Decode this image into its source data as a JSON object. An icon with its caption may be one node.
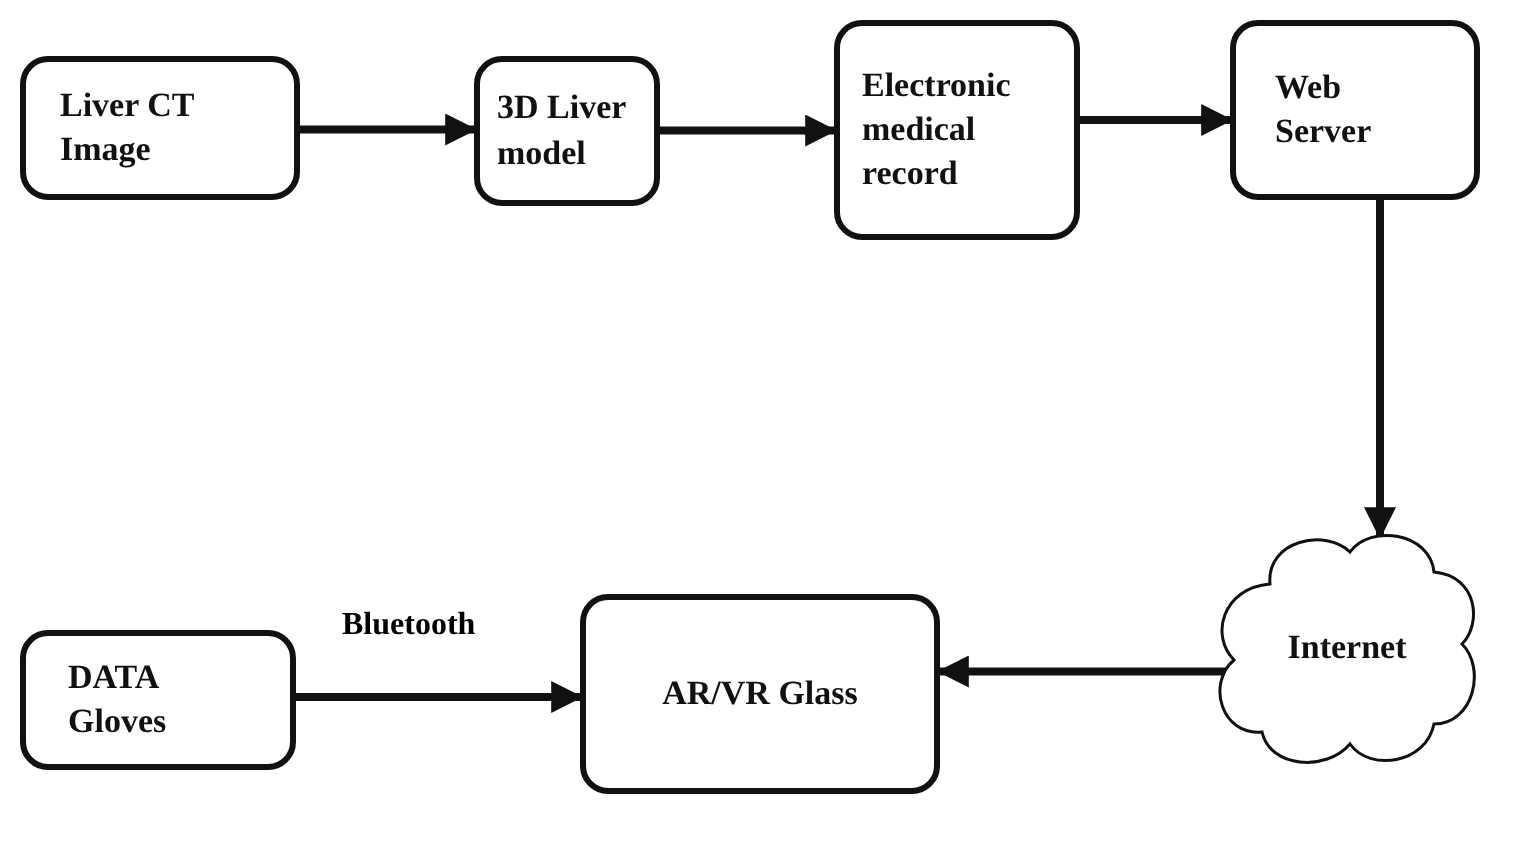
{
  "diagram": {
    "nodes": [
      {
        "text": [
          "Liver CT Image"
        ]
      },
      {
        "text": [
          "3D Liver model"
        ]
      },
      {
        "text": [
          "Electronic medical record"
        ]
      },
      {
        "text": [
          "Web Server"
        ]
      },
      {
        "text": [
          "Internet"
        ]
      },
      {
        "text": [
          "DATA Gloves"
        ]
      },
      {
        "text": [
          "AR/VR Glass"
        ]
      }
    ],
    "edges": [
      {
        "from": 0,
        "to": 1,
        "arrow": "to"
      },
      {
        "from": 1,
        "to": 2,
        "arrow": "to"
      },
      {
        "from": 2,
        "to": 3,
        "arrow": "to"
      },
      {
        "from": 3,
        "to": 4,
        "arrow": "to"
      },
      {
        "from": 4,
        "to": 6,
        "arrow": "to"
      },
      {
        "from": 5,
        "to": 6,
        "label": "Bluetooth",
        "arrow": "to"
      }
    ]
  }
}
